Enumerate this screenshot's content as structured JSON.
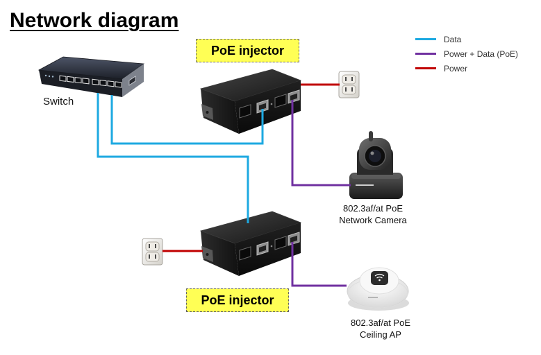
{
  "title": "Network diagram",
  "legend": {
    "data": {
      "label": "Data",
      "color": "#1DA9E1"
    },
    "poe": {
      "label": "Power + Data (PoE)",
      "color": "#7030A0"
    },
    "power": {
      "label": "Power",
      "color": "#C00000"
    }
  },
  "tag_color": "#FFFF55",
  "devices": {
    "switch": {
      "label": "Switch",
      "icon": "network-switch-icon"
    },
    "injector_top": {
      "label": "PoE injector",
      "icon": "poe-injector-icon"
    },
    "injector_bottom": {
      "label": "PoE injector",
      "icon": "poe-injector-icon"
    },
    "outlet_top": {
      "icon": "power-outlet-icon"
    },
    "outlet_bottom": {
      "icon": "power-outlet-icon"
    },
    "camera": {
      "label_line1": "802.3af/at PoE",
      "label_line2": "Network Camera",
      "icon": "ptz-ip-camera-icon"
    },
    "ceiling_ap": {
      "label_line1": "802.3af/at PoE",
      "label_line2": "Ceiling AP",
      "icon": "ceiling-access-point-icon"
    }
  }
}
